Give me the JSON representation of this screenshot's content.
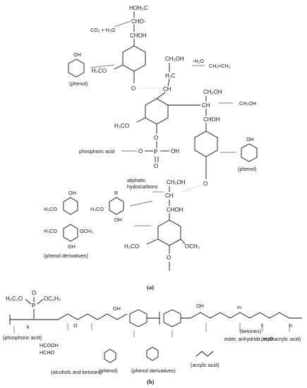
{
  "panel_a": {
    "label": "(a)",
    "groups": {
      "top_chain_1": "HOH₂C",
      "top_chain_2": "CHO-",
      "top_chain_3": "CHOH",
      "methoxy_1": "H₃CO",
      "chain2_1": "CH₂OH",
      "chain2_2": "H₂C",
      "methoxy_2": "H₃CO",
      "chain3_1": "CH₂OH",
      "chain3_2": "CH",
      "chain3_3": "CHOH",
      "phos_oh": "OH",
      "chain4_1": "CH₂OH",
      "chain4_2": "CH",
      "chain4_3": "CHOH",
      "methoxy_3": "H₃CO",
      "methoxy_4": "OCH₃",
      "o_left": "O",
      "o_right": "O",
      "o_bottom": "O",
      "r_sub": "R",
      "oh_sub": "OH"
    },
    "products": {
      "co2_h2o": "CO₂ + H₂O",
      "minus_h2o": "-H₂O",
      "ethylene": "CH₂=CH₂",
      "methanol": "CH₃OH",
      "phenol_1": "(phenol)",
      "phenol_2": "(phenol)",
      "phosphoric_acid": "phosphoric acid",
      "aliphatic_1": "aliphatic",
      "aliphatic_2": "hydrocarbons",
      "phenol_derivatives": "(phenol derivatives)",
      "guaiacol": "H₃CO",
      "syringol_l": "H₃CO",
      "syringol_r": "OCH₃",
      "subst_methoxy": "H₃CO",
      "phenol_oh": "OH"
    }
  },
  "panel_b": {
    "label": "(b)",
    "groups": {
      "ethoxy_left": "H₅C₂O",
      "ethoxy_right": "OC₂H₅",
      "p": "P",
      "o": "O",
      "k": "k",
      "m": "m",
      "n": "n",
      "t": "t"
    },
    "products": {
      "phosphoric_acid": "(phosphoric acid)",
      "formic": "HCOOH",
      "formaldehyde": "HCHO",
      "alcohols_ketones": "(alcohols and ketones)",
      "phenol": "(phenol)",
      "phenol_derivatives": "(phenol derivatives)",
      "acrylic_acid": "(acrylic acid)",
      "ester": "ester, anhydride, H₂O",
      "ketones": "(ketones)",
      "methacrylic_acid": "(methacrylic acid)"
    }
  }
}
